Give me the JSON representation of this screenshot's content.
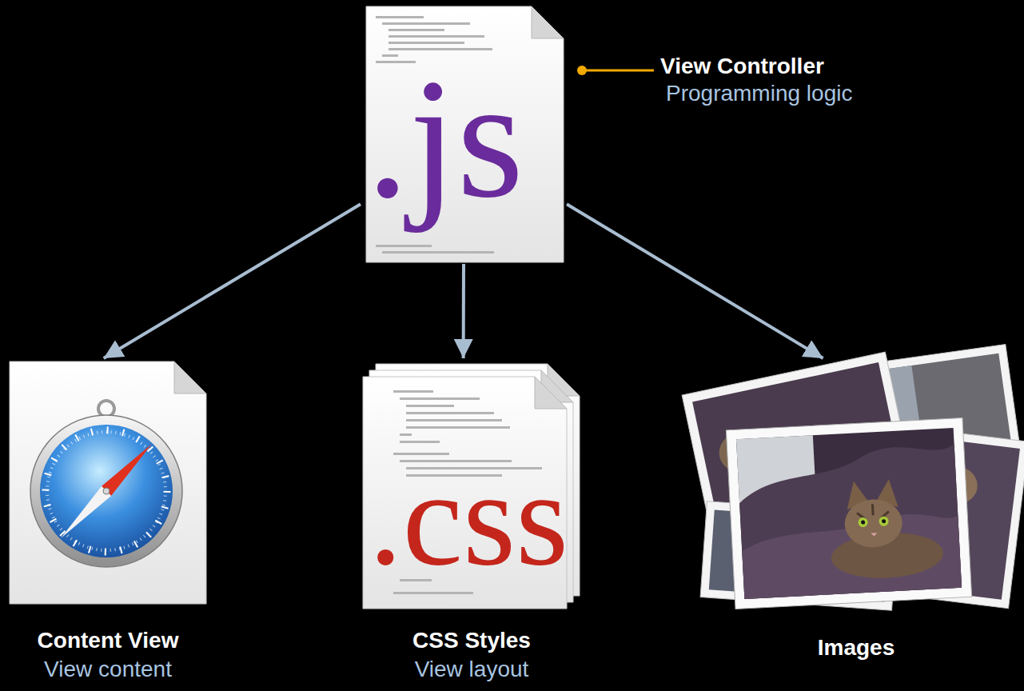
{
  "diagram": {
    "nodes": [
      {
        "text": [
          ".js"
        ]
      },
      {
        "text": [
          "Content View",
          "View content"
        ]
      },
      {
        "text": [
          ".css",
          "CSS Styles",
          "View layout"
        ]
      },
      {
        "text": [
          "Images"
        ]
      }
    ],
    "edges": [
      {
        "from": 0,
        "to": 1,
        "arrow": "to"
      },
      {
        "from": 0,
        "to": 2,
        "arrow": "to"
      },
      {
        "from": 0,
        "to": 3,
        "arrow": "to"
      }
    ],
    "labels": [
      "View Controller",
      "Programming logic"
    ]
  }
}
